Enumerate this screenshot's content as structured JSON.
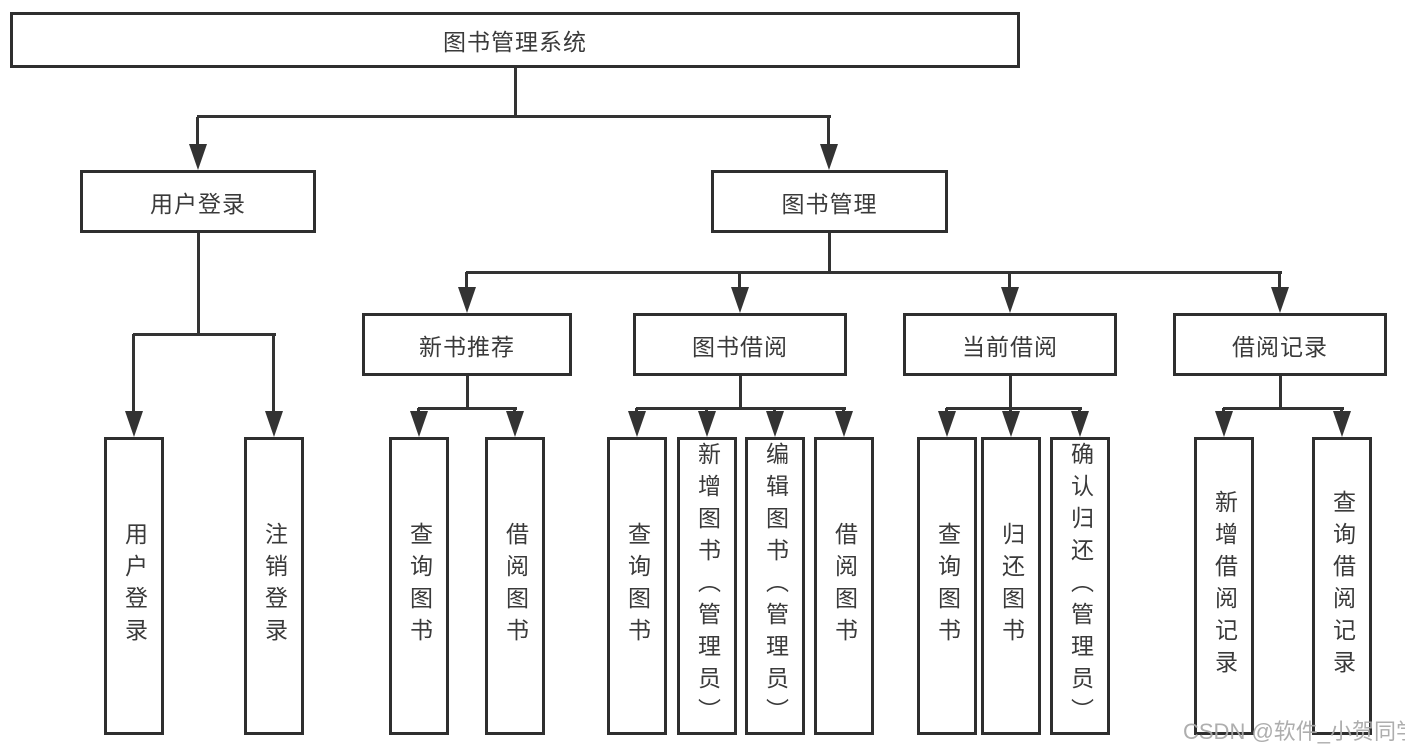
{
  "watermark": "CSDN @软件_小贺同学",
  "tree": {
    "label": "图书管理系统",
    "children": [
      {
        "label": "用户登录",
        "children": [
          {
            "label": "用户登录"
          },
          {
            "label": "注销登录"
          }
        ]
      },
      {
        "label": "图书管理",
        "children": [
          {
            "label": "新书推荐",
            "children": [
              {
                "label": "查询图书"
              },
              {
                "label": "借阅图书"
              }
            ]
          },
          {
            "label": "图书借阅",
            "children": [
              {
                "label": "查询图书"
              },
              {
                "label": "新增图书（管理员）"
              },
              {
                "label": "编辑图书（管理员）"
              },
              {
                "label": "借阅图书"
              }
            ]
          },
          {
            "label": "当前借阅",
            "children": [
              {
                "label": "查询图书"
              },
              {
                "label": "归还图书"
              },
              {
                "label": "确认归还（管理员）"
              }
            ]
          },
          {
            "label": "借阅记录",
            "children": [
              {
                "label": "新增借阅记录"
              },
              {
                "label": "查询借阅记录"
              }
            ]
          }
        ]
      }
    ]
  }
}
